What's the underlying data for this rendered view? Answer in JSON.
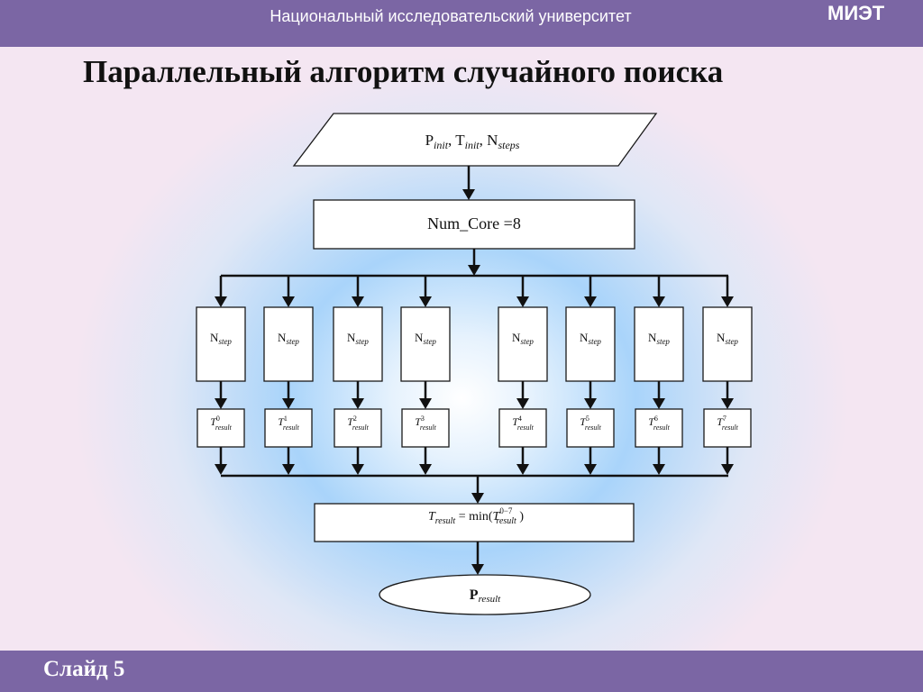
{
  "header": {
    "university": "Национальный исследовательский университет",
    "logo": "МИЭТ"
  },
  "title": "Параллельный алгоритм случайного поиска",
  "footer": {
    "slide_label": "Слайд  5"
  },
  "flowchart": {
    "input": {
      "p": "P",
      "p_sub": "init",
      "t": "T",
      "t_sub": "init",
      "n": "N",
      "n_sub": "steps",
      "sep": ", "
    },
    "num_core": "Num_Core =8",
    "step_label": "N",
    "step_sub": "step",
    "result_label": "T",
    "result_sub": "result",
    "cores": [
      "0",
      "1",
      "2",
      "3",
      "4",
      "5",
      "6",
      "7"
    ],
    "min_formula": {
      "lhs": "T",
      "lhs_sub": "result",
      "eq": " = min(",
      "arg": "T",
      "arg_sub": "result",
      "arg_sup": "0−7",
      "close": " )"
    },
    "output": {
      "label": "P",
      "sub": "result"
    }
  }
}
